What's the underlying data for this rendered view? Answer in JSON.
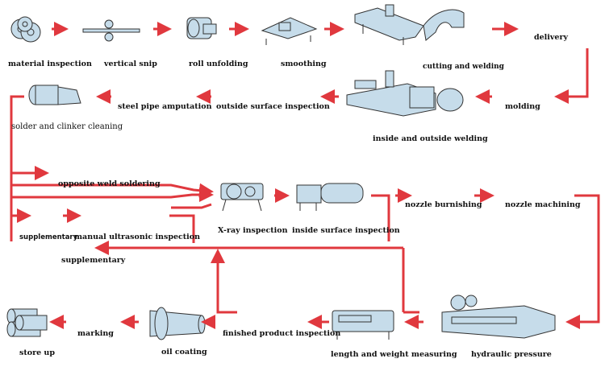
{
  "labels": {
    "material_inspection": "material inspection",
    "vertical_snip": "vertical snip",
    "roll_unfolding": "roll unfolding",
    "smoothing": "smoothing",
    "cutting_and_welding": "cutting and welding",
    "delivery": "delivery",
    "molding": "molding",
    "inside_and_outside_welding": "inside and outside welding",
    "outside_surface_inspection": "outside surface inspection",
    "steel_pipe_amputation": "steel pipe amputation",
    "solder_and_clinker_cleaning": "solder and clinker cleaning",
    "opposite_weld_soldering": "opposite weld soldering",
    "manual_ultrasonic_inspection": "manual ultrasonic inspection",
    "supplementary_small": "supplementary",
    "supplementary": "supplementary",
    "x_ray_inspection": "X-ray inspection",
    "inside_surface_inspection": "inside surface inspection",
    "nozzle_burnishing": "nozzle burnishing",
    "nozzle_machining": "nozzle machining",
    "hydraulic_pressure": "hydraulic pressure",
    "length_and_weight_measuring": "length and weight measuring",
    "finished_product_inspection": "finished product inspection",
    "oil_coating": "oil coating",
    "marking": "marking",
    "store_up": "store up"
  },
  "colors": {
    "arrow": "#e0383e",
    "machine_fill": "#c6dcea",
    "machine_stroke": "#333333"
  }
}
